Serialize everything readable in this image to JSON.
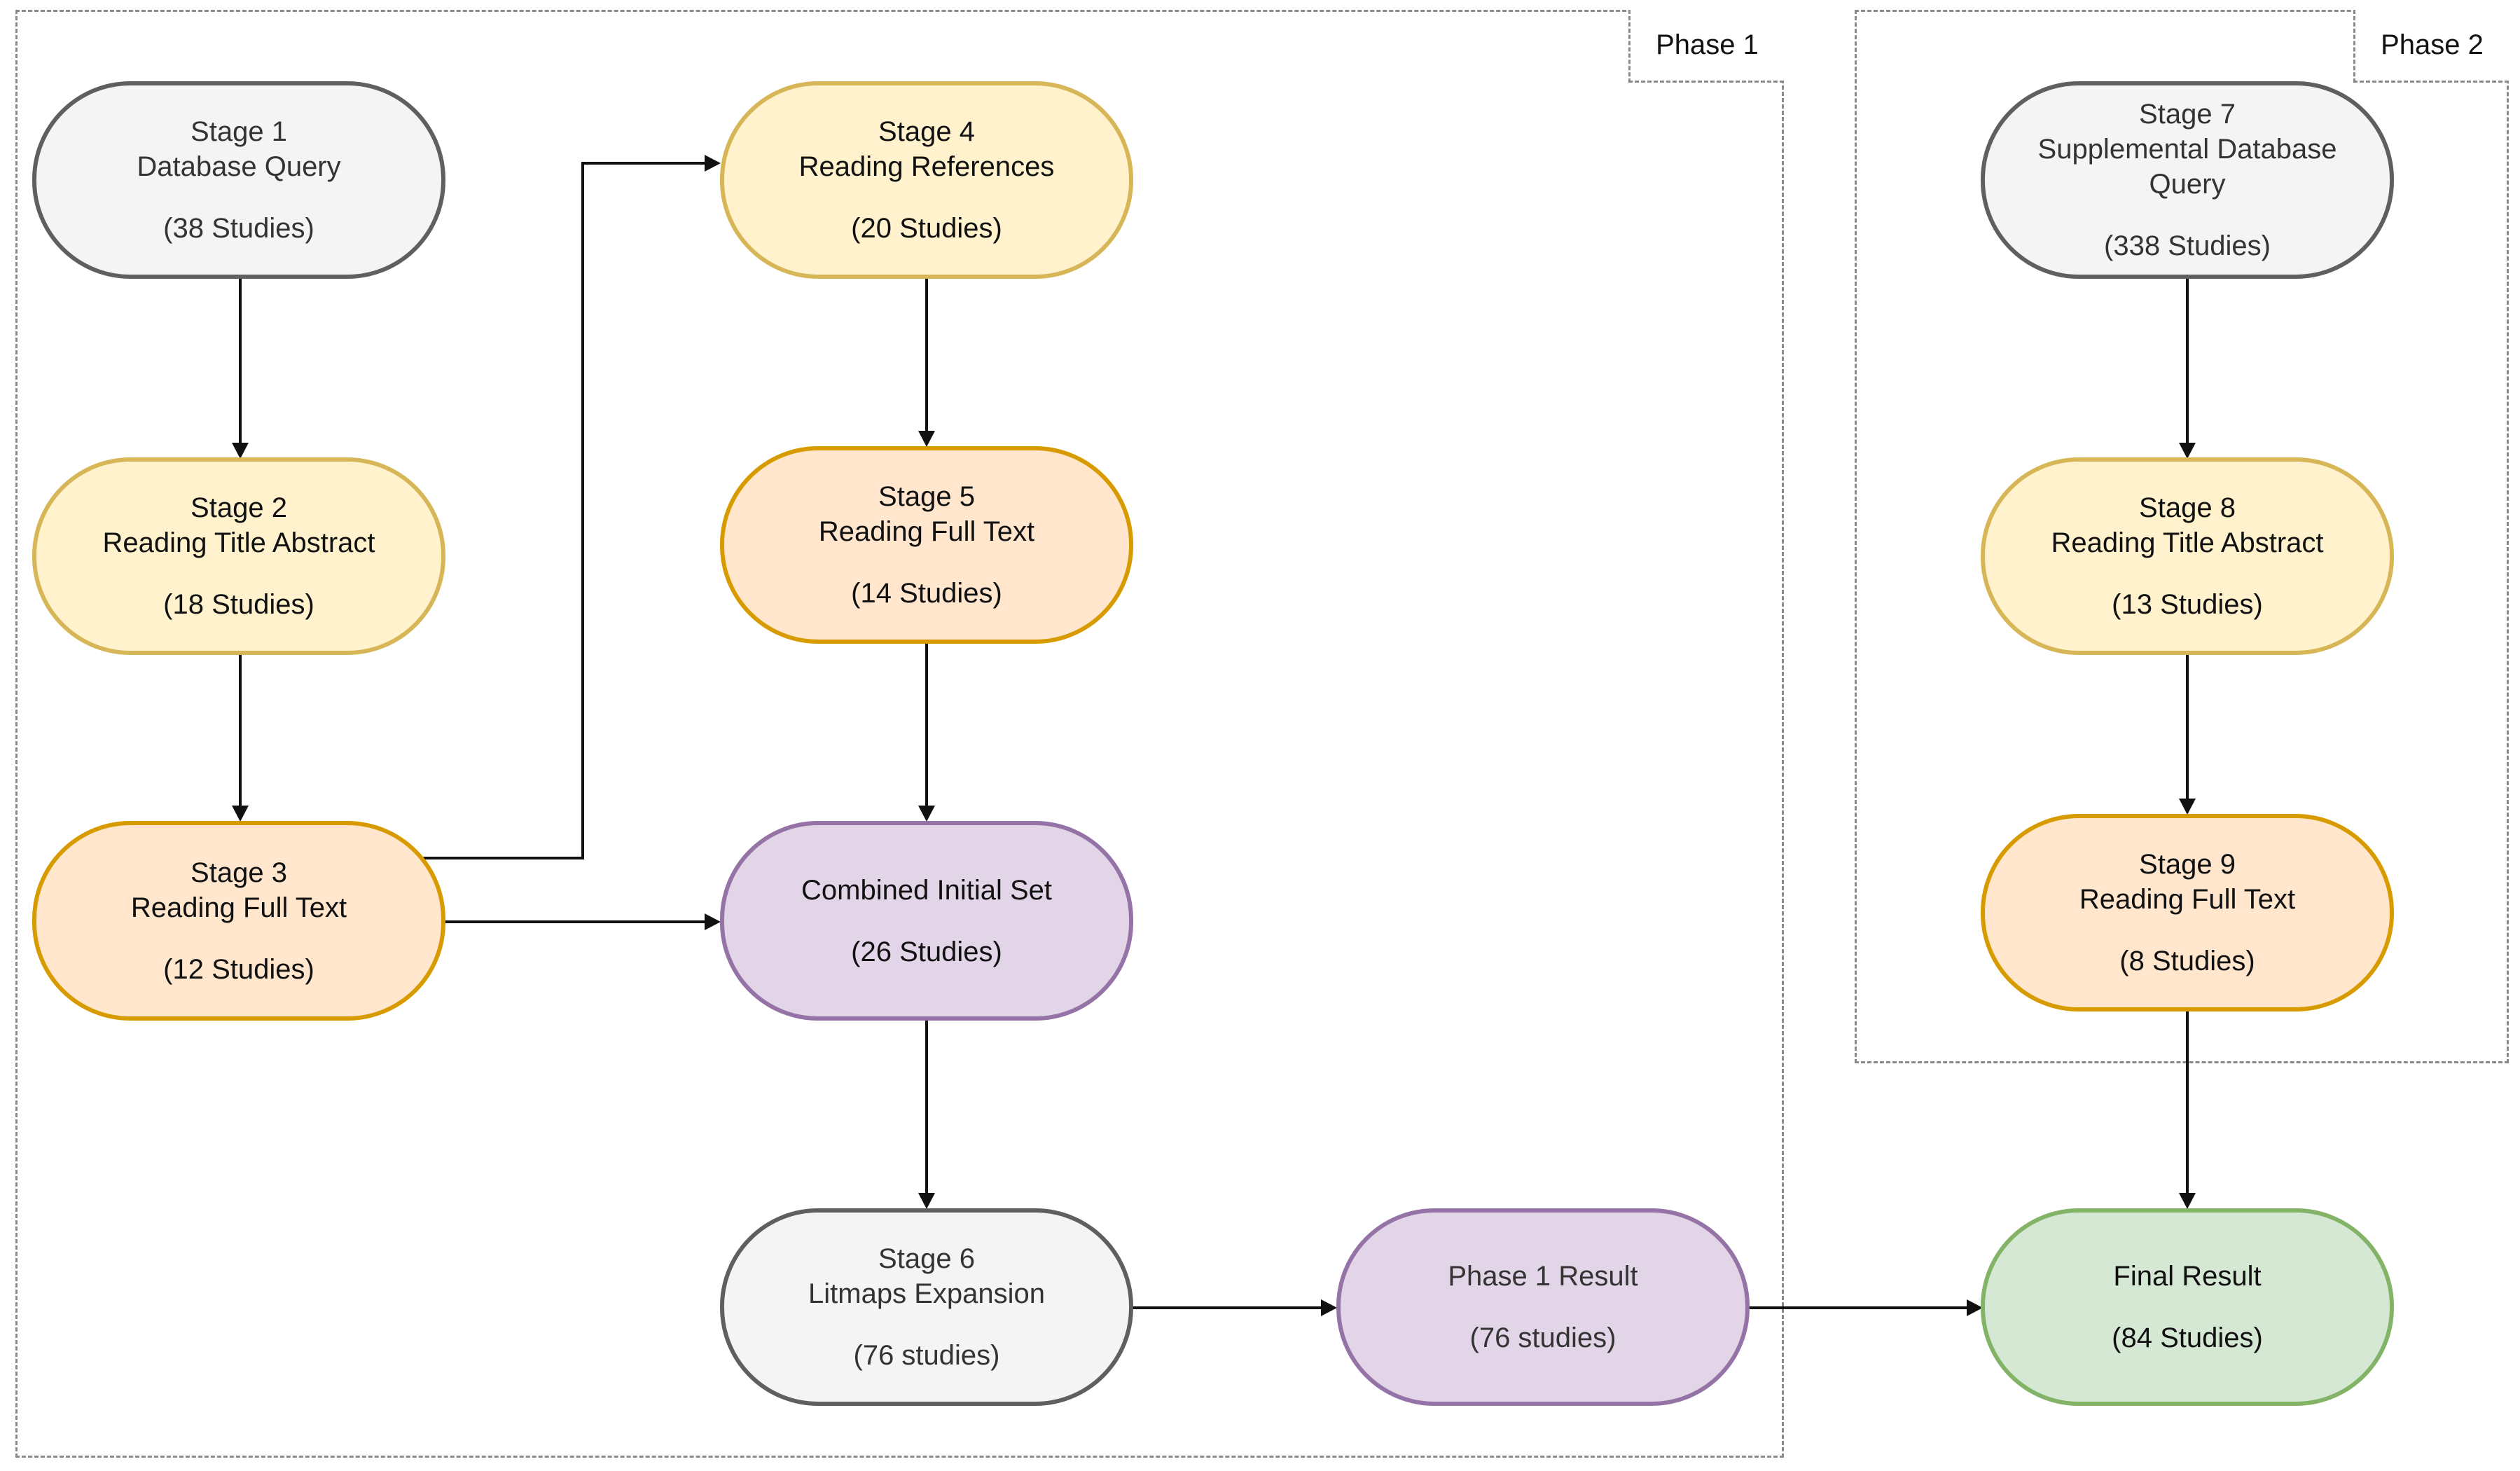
{
  "phases": {
    "phase1": "Phase 1",
    "phase2": "Phase 2"
  },
  "nodes": {
    "stage1": {
      "title": "Stage 1",
      "subtitle": "Database Query",
      "count": "(38 Studies)"
    },
    "stage2": {
      "title": "Stage 2",
      "subtitle": "Reading Title Abstract",
      "count": "(18 Studies)"
    },
    "stage3": {
      "title": "Stage 3",
      "subtitle": "Reading Full Text",
      "count": "(12 Studies)"
    },
    "stage4": {
      "title": "Stage 4",
      "subtitle": "Reading References",
      "count": "(20 Studies)"
    },
    "stage5": {
      "title": "Stage 5",
      "subtitle": "Reading Full Text",
      "count": "(14 Studies)"
    },
    "combined": {
      "title": "Combined Initial Set",
      "count": "(26 Studies)"
    },
    "stage6": {
      "title": "Stage 6",
      "subtitle": "Litmaps Expansion",
      "count": "(76 studies)"
    },
    "phase1_result": {
      "title": "Phase 1 Result",
      "count": "(76 studies)"
    },
    "stage7": {
      "title": "Stage 7",
      "subtitle": "Supplemental Database",
      "subtitle2": "Query",
      "count": "(338 Studies)"
    },
    "stage8": {
      "title": "Stage 8",
      "subtitle": "Reading Title Abstract",
      "count": "(13 Studies)"
    },
    "stage9": {
      "title": "Stage 9",
      "subtitle": "Reading Full Text",
      "count": "(8 Studies)"
    },
    "final": {
      "title": "Final Result",
      "count": "(84 Studies)"
    }
  },
  "colors": {
    "gray_fill": "#f4f4f4",
    "gray_stroke": "#5f5f5f",
    "yellow_fill": "#fff2cc",
    "yellow_stroke": "#d6b656",
    "orange_fill": "#ffe6cc",
    "orange_stroke": "#d79b00",
    "purple_fill": "#e1d5e7",
    "purple_stroke": "#9673a6",
    "green_fill": "#d5e8d4",
    "green_stroke": "#82b366",
    "arrow": "#111111"
  }
}
